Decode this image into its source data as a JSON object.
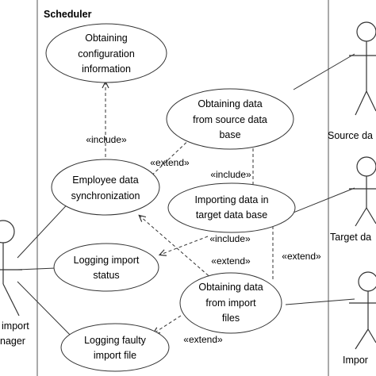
{
  "system": {
    "title": "Scheduler"
  },
  "use_cases": {
    "obtaining_config": [
      "Obtaining",
      "configuration",
      "information"
    ],
    "obtaining_source": [
      "Obtaining data",
      "from source data",
      "base"
    ],
    "employee_sync": [
      "Employee data",
      "synchronization"
    ],
    "importing_target": [
      "Importing data in",
      "target data base"
    ],
    "logging_status": [
      "Logging import",
      "status"
    ],
    "obtaining_import": [
      "Obtaining data",
      "from import",
      "files"
    ],
    "logging_faulty": [
      "Logging faulty",
      "import file"
    ]
  },
  "relations": {
    "include_1": "«include»",
    "extend_1": "«extend»",
    "include_2": "«include»",
    "include_3": "«include»",
    "extend_2": "«extend»",
    "extend_3": "«extend»",
    "extend_4": "«extend»"
  },
  "actors": {
    "source": "Source da",
    "target": "Target da",
    "import": "Impor",
    "manager_line1": "import",
    "manager_line2": "nager"
  }
}
